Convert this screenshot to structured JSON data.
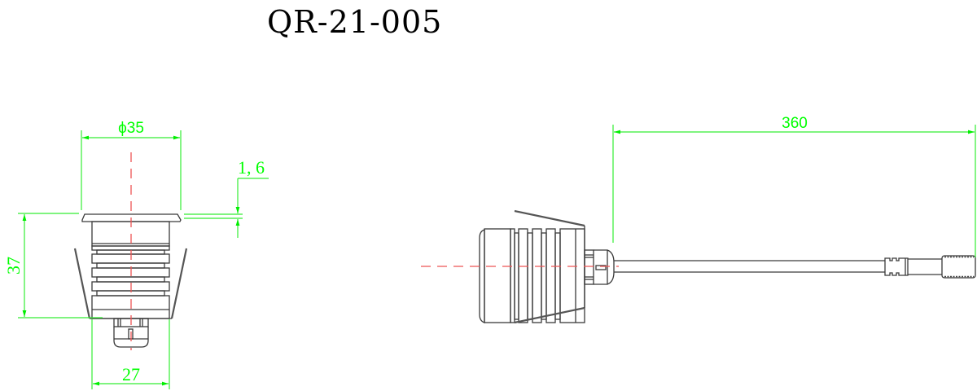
{
  "drawing": {
    "title": "QR-21-005",
    "colors": {
      "dimension": "#00ff00",
      "centerline": "#ee5555",
      "outline": "#3a3a3a",
      "background": "#ffffff"
    }
  },
  "front_view": {
    "dimensions": {
      "flange_diameter": "ϕ35",
      "flange_thickness": "1, 6",
      "height": "37",
      "body_width": "27"
    }
  },
  "side_view": {
    "dimensions": {
      "cable_length": "360"
    },
    "components": [
      "flange",
      "finned-body",
      "spring-clips",
      "cable-gland",
      "cable",
      "connector-plug"
    ]
  }
}
